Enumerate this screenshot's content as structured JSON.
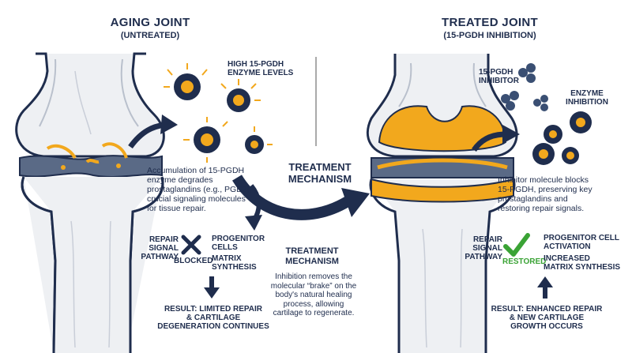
{
  "left": {
    "title": "AGING JOINT",
    "subtitle": "(UNTREATED)",
    "enzyme_label_line1": "HIGH 15-PGDH",
    "enzyme_label_line2": "ENZYME LEVELS",
    "description": [
      "Accumulation of 15-PGDH",
      "enzyme degrades",
      "prostaglandins (e.g., PGE2),",
      "crucial signaling molecules",
      "for tissue repair."
    ],
    "pathway_label": [
      "REPAIR",
      "SIGNAL",
      "PATHWAY"
    ],
    "blocked_label": "BLOCKED",
    "progenitor_label": [
      "PROGENITOR",
      "CELLS"
    ],
    "matrix_label": [
      "MATRIX",
      "SYNTHESIS"
    ],
    "result": [
      "RESULT: LIMITED REPAIR",
      "& CARTILAGE",
      "DEGENERATION CONTINUES"
    ]
  },
  "center": {
    "mechanism_title": [
      "TREATMENT",
      "MECHANISM"
    ],
    "mechanism_title_2": [
      "TREATMENT",
      "MECHANISM"
    ],
    "mechanism_text": [
      "Inhibition removes the",
      "molecular “brake” on the",
      "body's natural healing",
      "process, allowing",
      "cartilage to regenerate."
    ]
  },
  "right": {
    "title": "TREATED JOINT",
    "subtitle": "(15-PGDH INHIBITION)",
    "inhibitor_label": [
      "15-PGDH",
      "INHIBITOR"
    ],
    "inhibition_label": [
      "ENZYME",
      "INHIBITION"
    ],
    "description": [
      "Inhibitor molecule blocks",
      "15-PGDH, preserving key",
      "prostaglandins and",
      "restoring repair signals."
    ],
    "pathway_label": [
      "REPAIR",
      "SIGNAL",
      "PATHWAY"
    ],
    "restored_label": "RESTORED",
    "activation_label": [
      "PROGENITOR CELL",
      "ACTIVATION"
    ],
    "matrix_label": [
      "INCREASED",
      "MATRIX SYNTHESIS"
    ],
    "result": [
      "RESULT: ENHANCED REPAIR",
      "& NEW CARTILAGE",
      "GROWTH OCCURS"
    ]
  },
  "colors": {
    "navy": "#1f2d4d",
    "orange": "#f2a81d",
    "bone": "#eef0f3",
    "green": "#3aa335",
    "enzyme_core": "#f2a81d"
  },
  "icons": [
    "x-blocked-icon",
    "check-restored-icon",
    "enzyme-icon",
    "inhibitor-icon",
    "curved-arrow-icon"
  ]
}
